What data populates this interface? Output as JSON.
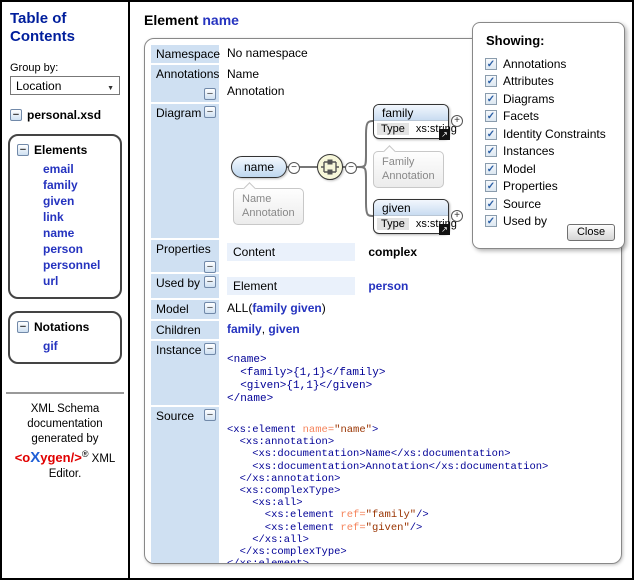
{
  "colors": {
    "link": "#2533bf",
    "toc_title": "#001e9c",
    "code_tag": "#000096",
    "code_attr": "#f5845c",
    "code_value": "#993300",
    "label_bg": "#cfe0f2",
    "subcell_bg": "#eaf1fb"
  },
  "sidebar": {
    "title": "Table of Contents",
    "group_by_label": "Group by:",
    "group_by_value": "Location",
    "file": "personal.xsd",
    "elements_header": "Elements",
    "elements": [
      "email",
      "family",
      "given",
      "link",
      "name",
      "person",
      "personnel",
      "url"
    ],
    "notations_header": "Notations",
    "notations": [
      "gif"
    ],
    "footer_line1": "XML Schema",
    "footer_line2": "documentation",
    "footer_line3": "generated by",
    "logo_red1": "<o",
    "logo_blue": "X",
    "logo_red2": "ygen/>",
    "logo_reg": "®",
    "footer_after_logo": " XML",
    "footer_last": "Editor."
  },
  "main": {
    "title_prefix": "Element",
    "title_name": "name",
    "rows": {
      "namespace": {
        "label": "Namespace",
        "value": "No namespace"
      },
      "annotations": {
        "label": "Annotations",
        "values": [
          "Name",
          "Annotation"
        ]
      },
      "diagram": {
        "label": "Diagram"
      },
      "properties": {
        "label": "Properties",
        "name": "Content",
        "value": "complex"
      },
      "used_by": {
        "label": "Used by",
        "name": "Element",
        "value": "person"
      },
      "model": {
        "label": "Model",
        "pre": "ALL(",
        "links": [
          "family",
          "given"
        ],
        "separator": " ",
        "post": ")"
      },
      "children": {
        "label": "Children",
        "links": [
          "family",
          "given"
        ],
        "separator": ", "
      },
      "instance": {
        "label": "Instance",
        "code": [
          "<name>",
          "  <family>{1,1}</family>",
          "  <given>{1,1}</given>",
          "</name>"
        ]
      },
      "source": {
        "label": "Source"
      }
    },
    "diagram": {
      "root": "name",
      "root_tooltip": [
        "Name",
        "Annotation"
      ],
      "connector": "all",
      "children": [
        {
          "name": "family",
          "type_label": "Type",
          "type": "xs:string",
          "tooltip": [
            "Family",
            "Annotation"
          ]
        },
        {
          "name": "given",
          "type_label": "Type",
          "type": "xs:string"
        }
      ]
    },
    "source_tokens": [
      [
        {
          "c": "tag",
          "t": "<xs:element "
        },
        {
          "c": "attr",
          "t": "name="
        },
        {
          "c": "val",
          "t": "\"name\""
        },
        {
          "c": "tag",
          "t": ">"
        }
      ],
      [
        {
          "c": "tag",
          "t": "  <xs:annotation>"
        }
      ],
      [
        {
          "c": "tag",
          "t": "    <xs:documentation>"
        },
        {
          "c": "txt",
          "t": "Name"
        },
        {
          "c": "tag",
          "t": "</xs:documentation>"
        }
      ],
      [
        {
          "c": "tag",
          "t": "    <xs:documentation>"
        },
        {
          "c": "txt",
          "t": "Annotation"
        },
        {
          "c": "tag",
          "t": "</xs:documentation>"
        }
      ],
      [
        {
          "c": "tag",
          "t": "  </xs:annotation>"
        }
      ],
      [
        {
          "c": "tag",
          "t": "  <xs:complexType>"
        }
      ],
      [
        {
          "c": "tag",
          "t": "    <xs:all>"
        }
      ],
      [
        {
          "c": "tag",
          "t": "      <xs:element "
        },
        {
          "c": "attr",
          "t": "ref="
        },
        {
          "c": "val",
          "t": "\"family\""
        },
        {
          "c": "tag",
          "t": "/>"
        }
      ],
      [
        {
          "c": "tag",
          "t": "      <xs:element "
        },
        {
          "c": "attr",
          "t": "ref="
        },
        {
          "c": "val",
          "t": "\"given\""
        },
        {
          "c": "tag",
          "t": "/>"
        }
      ],
      [
        {
          "c": "tag",
          "t": "    </xs:all>"
        }
      ],
      [
        {
          "c": "tag",
          "t": "  </xs:complexType>"
        }
      ],
      [
        {
          "c": "tag",
          "t": "</xs:element>"
        }
      ]
    ]
  },
  "showing": {
    "title": "Showing:",
    "items": [
      "Annotations",
      "Attributes",
      "Diagrams",
      "Facets",
      "Identity Constraints",
      "Instances",
      "Model",
      "Properties",
      "Source",
      "Used by"
    ],
    "all_checked": true,
    "close_label": "Close"
  }
}
